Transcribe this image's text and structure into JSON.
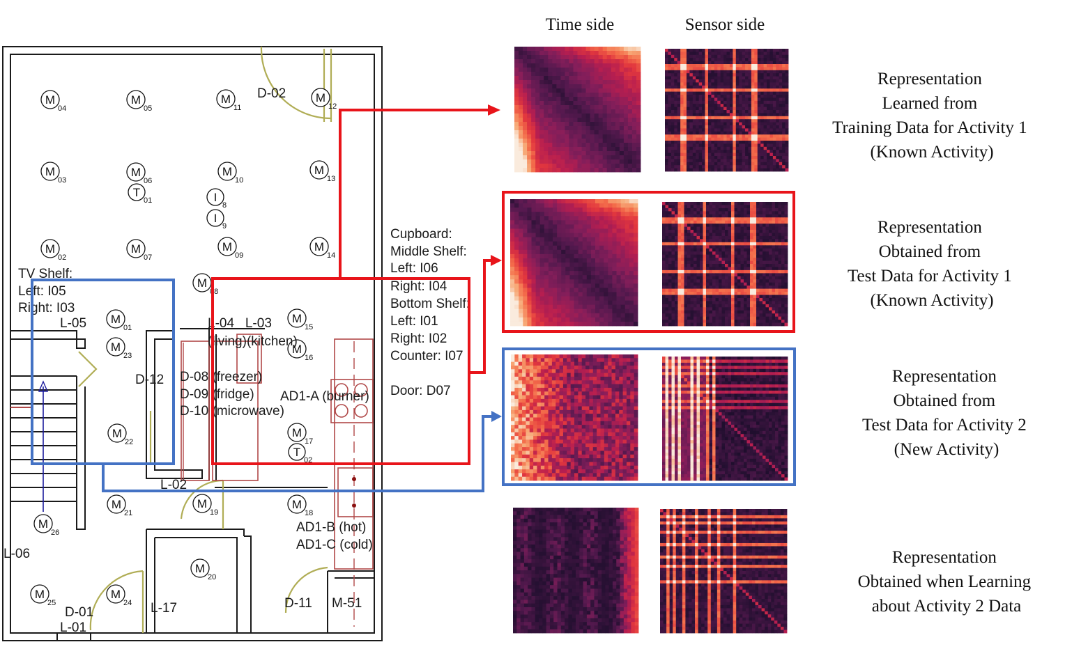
{
  "header": {
    "time_side": "Time side",
    "sensor_side": "Sensor side"
  },
  "floorplan": {
    "motion_sensors": [
      {
        "id": "04"
      },
      {
        "id": "05"
      },
      {
        "id": "11"
      },
      {
        "id": "12"
      },
      {
        "id": "03"
      },
      {
        "id": "06"
      },
      {
        "id": "10"
      },
      {
        "id": "13"
      },
      {
        "id": "02"
      },
      {
        "id": "07"
      },
      {
        "id": "09"
      },
      {
        "id": "14"
      },
      {
        "id": "08"
      },
      {
        "id": "01"
      },
      {
        "id": "23"
      },
      {
        "id": "15"
      },
      {
        "id": "16"
      },
      {
        "id": "22"
      },
      {
        "id": "17"
      },
      {
        "id": "21"
      },
      {
        "id": "19"
      },
      {
        "id": "18"
      },
      {
        "id": "26"
      },
      {
        "id": "20"
      },
      {
        "id": "25"
      },
      {
        "id": "24"
      }
    ],
    "temp_sensors": [
      {
        "id": "01"
      },
      {
        "id": "02"
      }
    ],
    "item_sensors": [
      {
        "id": "8"
      },
      {
        "id": "9"
      }
    ],
    "sensor_symbols": {
      "motion": "M",
      "temperature": "T",
      "item": "I"
    },
    "labels": {
      "d02": "D-02",
      "tv_shelf": [
        "TV Shelf:",
        "Left: I05",
        "Right: I03"
      ],
      "l05": "L-05",
      "l04_l03": "L-04   L-03",
      "living_kitchen": "(living)(kitchen)",
      "d12": "D-12",
      "appliances": [
        "D-08 (freezer)",
        "D-09 (fridge)",
        "D-10 (microwave)"
      ],
      "ad1a": "AD1-A (burner)",
      "l02": "L-02",
      "ad1bc": [
        "AD1-B (hot)",
        "AD1-C (cold)"
      ],
      "l06": "L-06",
      "d01": "D-01",
      "l01": "L-01",
      "l17": "L-17",
      "d11": "D-11",
      "m51": "M-51",
      "cupboard": [
        "Cupboard:",
        "Middle Shelf:",
        "Left: I06",
        "Right: I04",
        "Bottom Shelf:",
        "Left: I01",
        "Right: I02",
        "Counter: I07",
        "",
        "Door: D07"
      ]
    }
  },
  "descriptions": [
    [
      "Representation",
      "Learned from",
      "Training Data for Activity 1",
      "(Known Activity)"
    ],
    [
      "Representation",
      "Obtained from",
      "Test Data for  Activity 1",
      "(Known Activity)"
    ],
    [
      "Representation",
      "Obtained from",
      "Test Data for Activity 2",
      "(New Activity)"
    ],
    [
      "Representation",
      "Obtained when Learning",
      "about Activity 2 Data"
    ]
  ],
  "colors": {
    "highlight_red": "#e8141a",
    "highlight_blue": "#4472c4",
    "door": "#b0ad55",
    "kitchen_fixture": "#b04848",
    "heatmap_colormap": "rocket"
  }
}
